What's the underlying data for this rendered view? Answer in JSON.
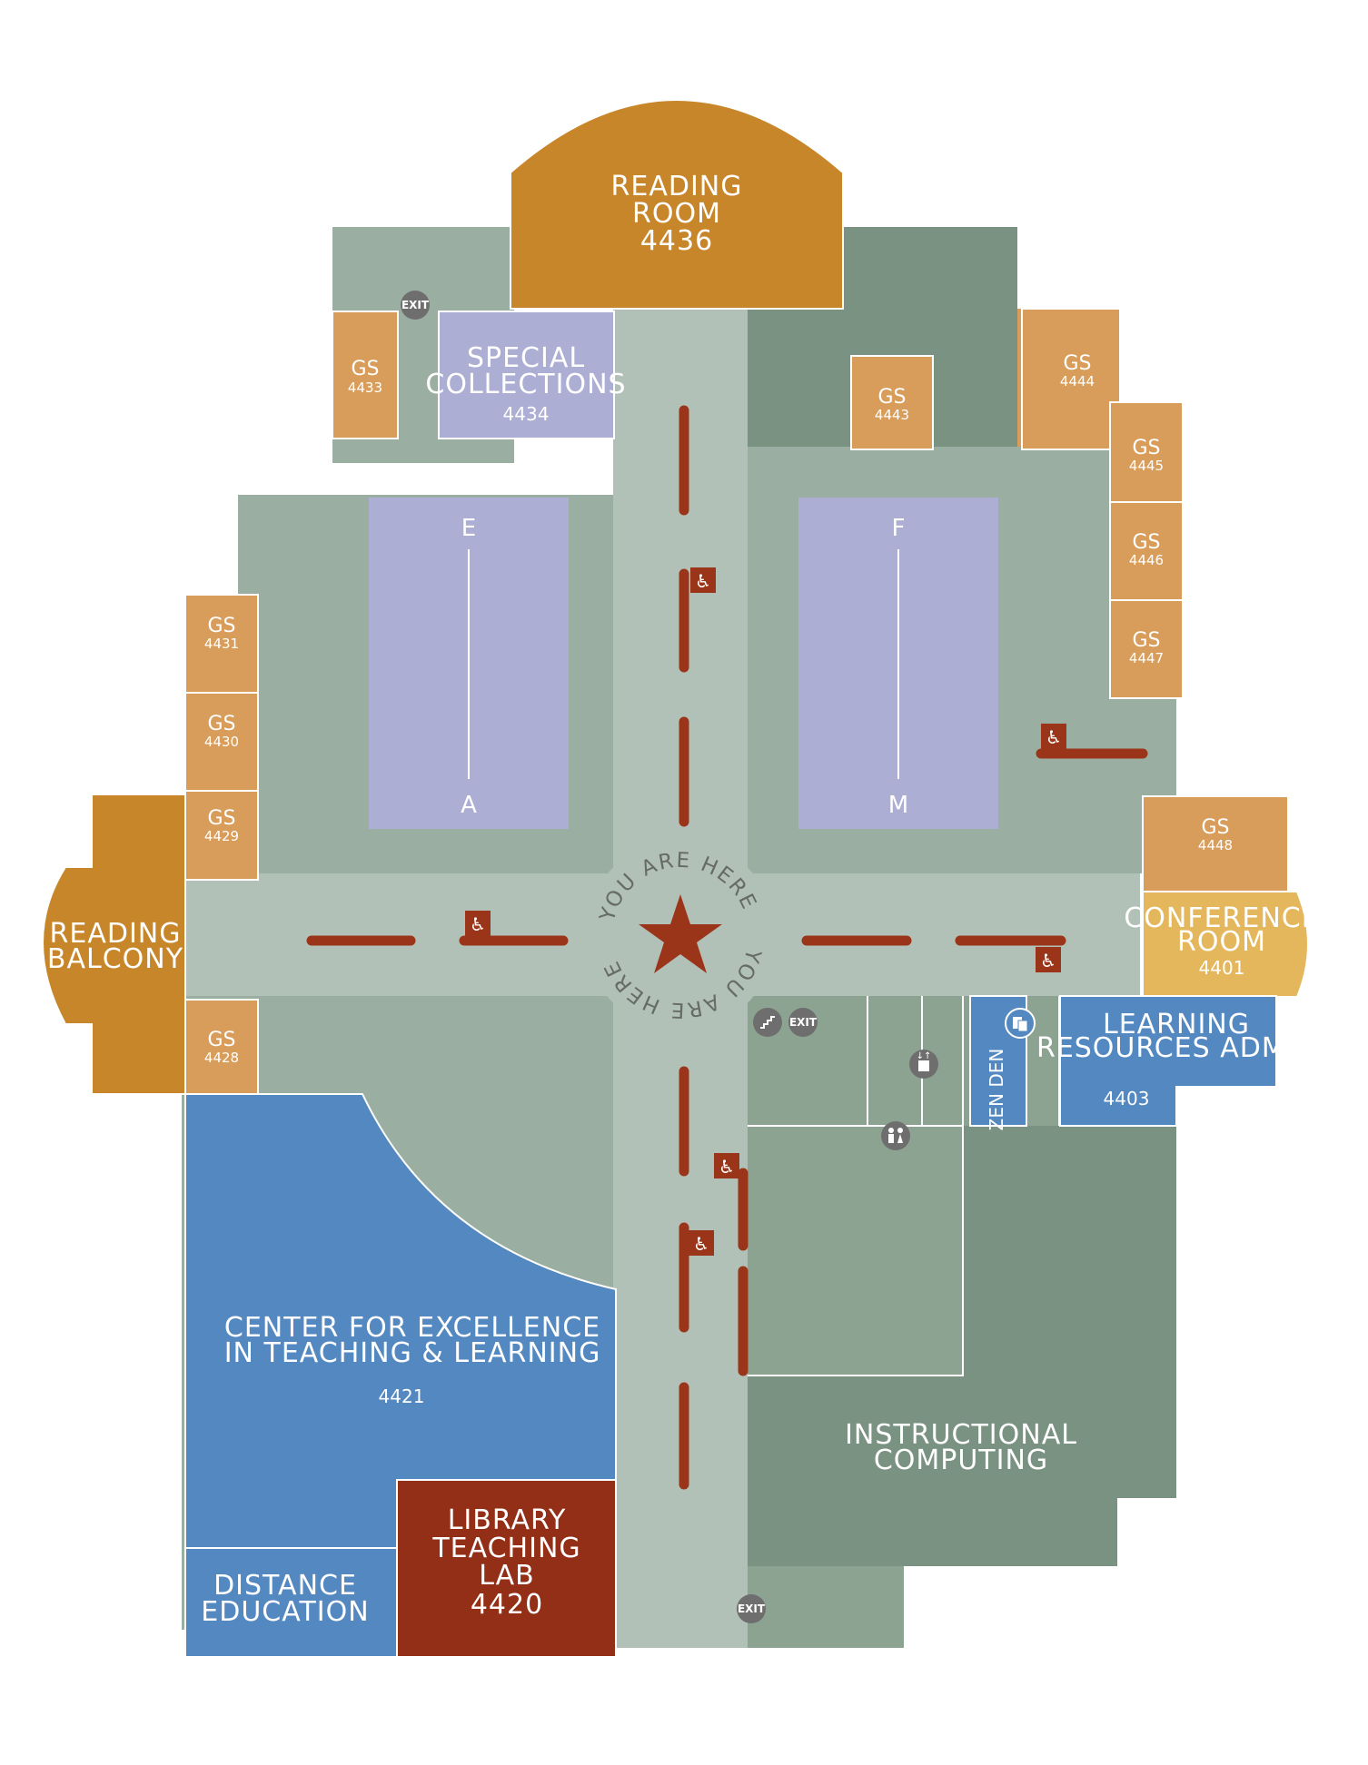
{
  "rooms": {
    "reading_room": {
      "name": "READING\nROOM",
      "number": "4436"
    },
    "special_collections": {
      "name": "SPECIAL\nCOLLECTIONS",
      "number": "4434"
    },
    "reading_balcony": {
      "name": "READING\nBALCONY"
    },
    "conference_room": {
      "name": "CONFERENCE\nROOM",
      "number": "4401"
    },
    "learning_resources_admin": {
      "name": "LEARNING\nRESOURCES ADMIN",
      "number": "4403"
    },
    "zen_den": {
      "name": "ZEN DEN"
    },
    "cetl": {
      "name": "CENTER FOR EXCELLENCE\nIN TEACHING & LEARNING",
      "number": "4421"
    },
    "library_teaching_lab": {
      "name": "LIBRARY\nTEACHING\nLAB",
      "number": "4420"
    },
    "distance_education": {
      "name": "DISTANCE\nEDUCATION"
    },
    "instructional_computing": {
      "name": "INSTRUCTIONAL\nCOMPUTING"
    }
  },
  "group_study": [
    {
      "label": "GS",
      "number": "4433"
    },
    {
      "label": "GS",
      "number": "4443"
    },
    {
      "label": "GS",
      "number": "4444"
    },
    {
      "label": "GS",
      "number": "4445"
    },
    {
      "label": "GS",
      "number": "4446"
    },
    {
      "label": "GS",
      "number": "4447"
    },
    {
      "label": "GS",
      "number": "4431"
    },
    {
      "label": "GS",
      "number": "4430"
    },
    {
      "label": "GS",
      "number": "4429"
    },
    {
      "label": "GS",
      "number": "4428"
    },
    {
      "label": "GS",
      "number": "4448"
    }
  ],
  "stacks": [
    {
      "top": "E",
      "bottom": "A"
    },
    {
      "top": "F",
      "bottom": "M"
    }
  ],
  "you_are_here": "YOU ARE HERE",
  "exit_label": "EXIT",
  "colors": {
    "reading": "#c8862a",
    "group_study": "#d89d5a",
    "special": "#acaed3",
    "corridor": "#b2c1b7",
    "floor": "#9aaea1",
    "dark_floor": "#7a9282",
    "mid_floor": "#8da392",
    "blue": "#5388c0",
    "teaching_lab": "#922f16",
    "conference": "#e5b75d",
    "path": "#9a3519",
    "icon": "#6e6e6e"
  }
}
